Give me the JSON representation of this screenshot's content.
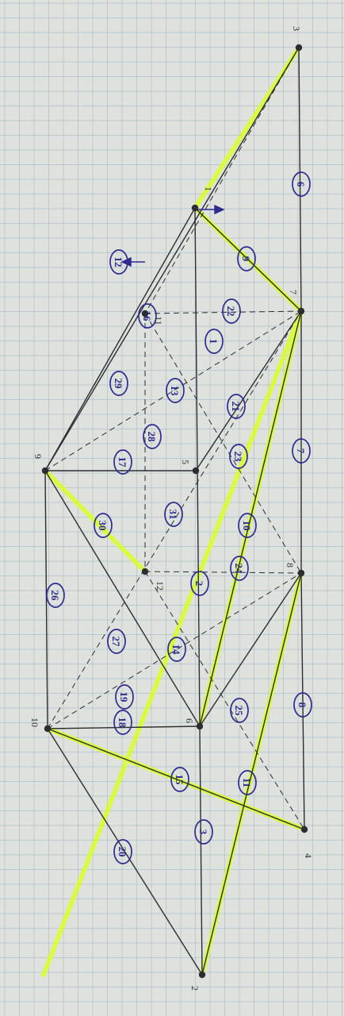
{
  "colors": {
    "paper": "#dfe2dc",
    "grid": "#9fb3c8",
    "pencil": "#2b2d33",
    "highlighter": "#d8ff2a",
    "pen": "#2e2a8f"
  },
  "nodes": [
    {
      "id": "n1",
      "label": "1"
    },
    {
      "id": "n2",
      "label": "2"
    },
    {
      "id": "n3",
      "label": "3"
    },
    {
      "id": "n4",
      "label": "4"
    },
    {
      "id": "n5",
      "label": "5"
    },
    {
      "id": "n6",
      "label": "6"
    },
    {
      "id": "n7",
      "label": "7"
    },
    {
      "id": "n8",
      "label": "8"
    },
    {
      "id": "n9",
      "label": "9"
    },
    {
      "id": "n10",
      "label": "10"
    },
    {
      "id": "n11",
      "label": "11"
    },
    {
      "id": "n12",
      "label": "12"
    }
  ],
  "member_labels": [
    "1",
    "2",
    "3",
    "6",
    "7",
    "8",
    "9",
    "10",
    "11",
    "12",
    "13",
    "14",
    "15",
    "16",
    "17",
    "18",
    "19",
    "20",
    "21",
    "22",
    "23",
    "24",
    "25",
    "26",
    "27",
    "28",
    "29",
    "30",
    "31"
  ]
}
